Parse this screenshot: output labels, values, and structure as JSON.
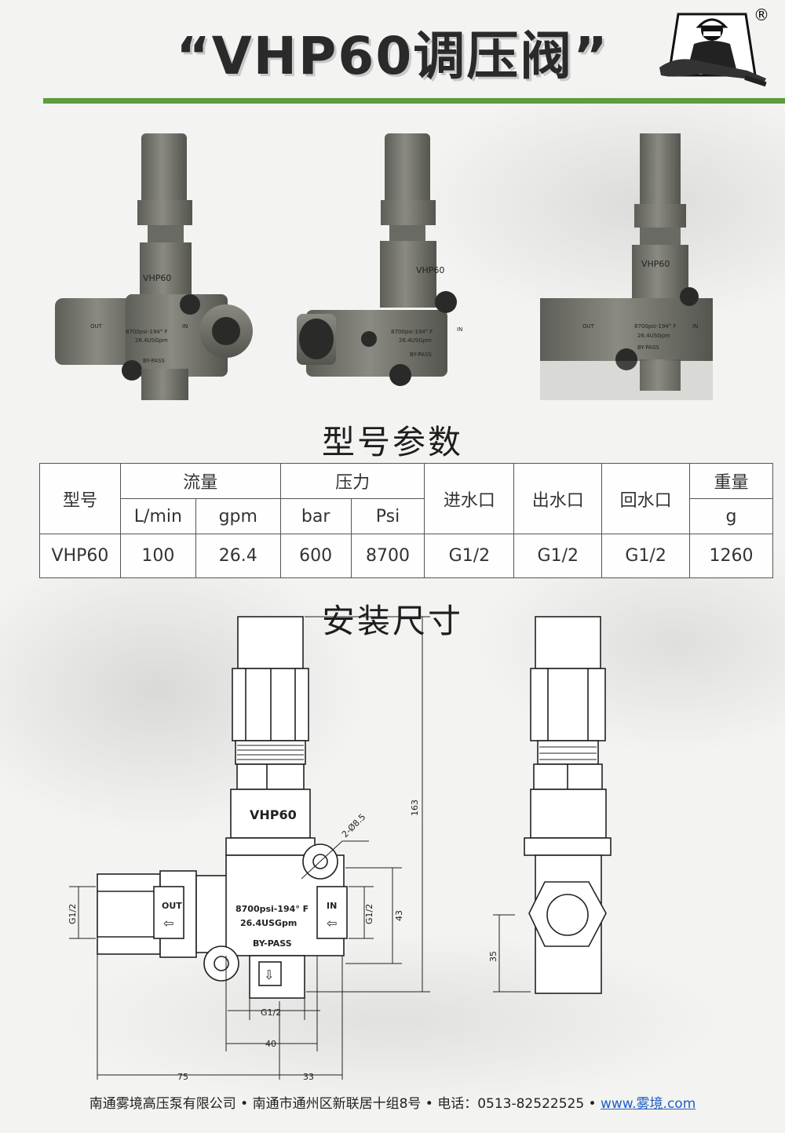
{
  "header": {
    "title": "“VHP60调压阀”",
    "logo_mark": "®"
  },
  "photos": {
    "views": [
      {
        "model_mark": "VHP60",
        "ports": {
          "out": "OUT",
          "in": "IN",
          "bypass": "BY-PASS"
        },
        "rating_line1": "8700psi-194° F",
        "rating_line2": "26.4USGpm"
      },
      {
        "model_mark": "VHP60",
        "ports": {
          "in": "IN",
          "bypass": "BY-PASS"
        },
        "rating_line1": "8700psi-194° F",
        "rating_line2": "26.4USGpm"
      },
      {
        "model_mark": "VHP60",
        "ports": {
          "out": "OUT",
          "in": "IN",
          "bypass": "BY-PASS"
        },
        "rating_line1": "8700psi-194° F",
        "rating_line2": "26.4USGpm"
      }
    ]
  },
  "specs": {
    "title": "型号参数",
    "headers": {
      "model": "型号",
      "flow": "流量",
      "pressure": "压力",
      "inlet": "进水口",
      "outlet": "出水口",
      "return": "回水口",
      "weight": "重量"
    },
    "units": {
      "lmin": "L/min",
      "gpm": "gpm",
      "bar": "bar",
      "psi": "Psi",
      "g": "g"
    },
    "row": {
      "model": "VHP60",
      "lmin": "100",
      "gpm": "26.4",
      "bar": "600",
      "psi": "8700",
      "inlet": "G1/2",
      "outlet": "G1/2",
      "return": "G1/2",
      "weight": "1260"
    }
  },
  "install": {
    "title": "安装尺寸",
    "front": {
      "model_mark": "VHP60",
      "rating_line1": "8700psi-194° F",
      "rating_line2": "26.4USGpm",
      "out": "OUT",
      "in": "IN",
      "bypass": "BY-PASS",
      "arrow_left": "⇦",
      "arrow_down": "⇩",
      "dim_height": "163",
      "dim_hole": "2-Ø8.5",
      "dim_43": "43",
      "dim_g_left": "G1/2",
      "dim_g_right": "G1/2",
      "dim_g_bottom": "G1/2",
      "dim_40": "40",
      "dim_75": "75",
      "dim_33": "33"
    },
    "side": {
      "dim_35": "35"
    }
  },
  "footer": {
    "text": "南通雾境高压泵有限公司 • 南通市通州区新联居十组8号 • 电话：0513-82522525 • ",
    "link": "www.雾境.com"
  },
  "colors": {
    "accent_green": "#5e9c3f",
    "link_blue": "#1f5fc4",
    "valve_gray": "#7b7b73"
  }
}
